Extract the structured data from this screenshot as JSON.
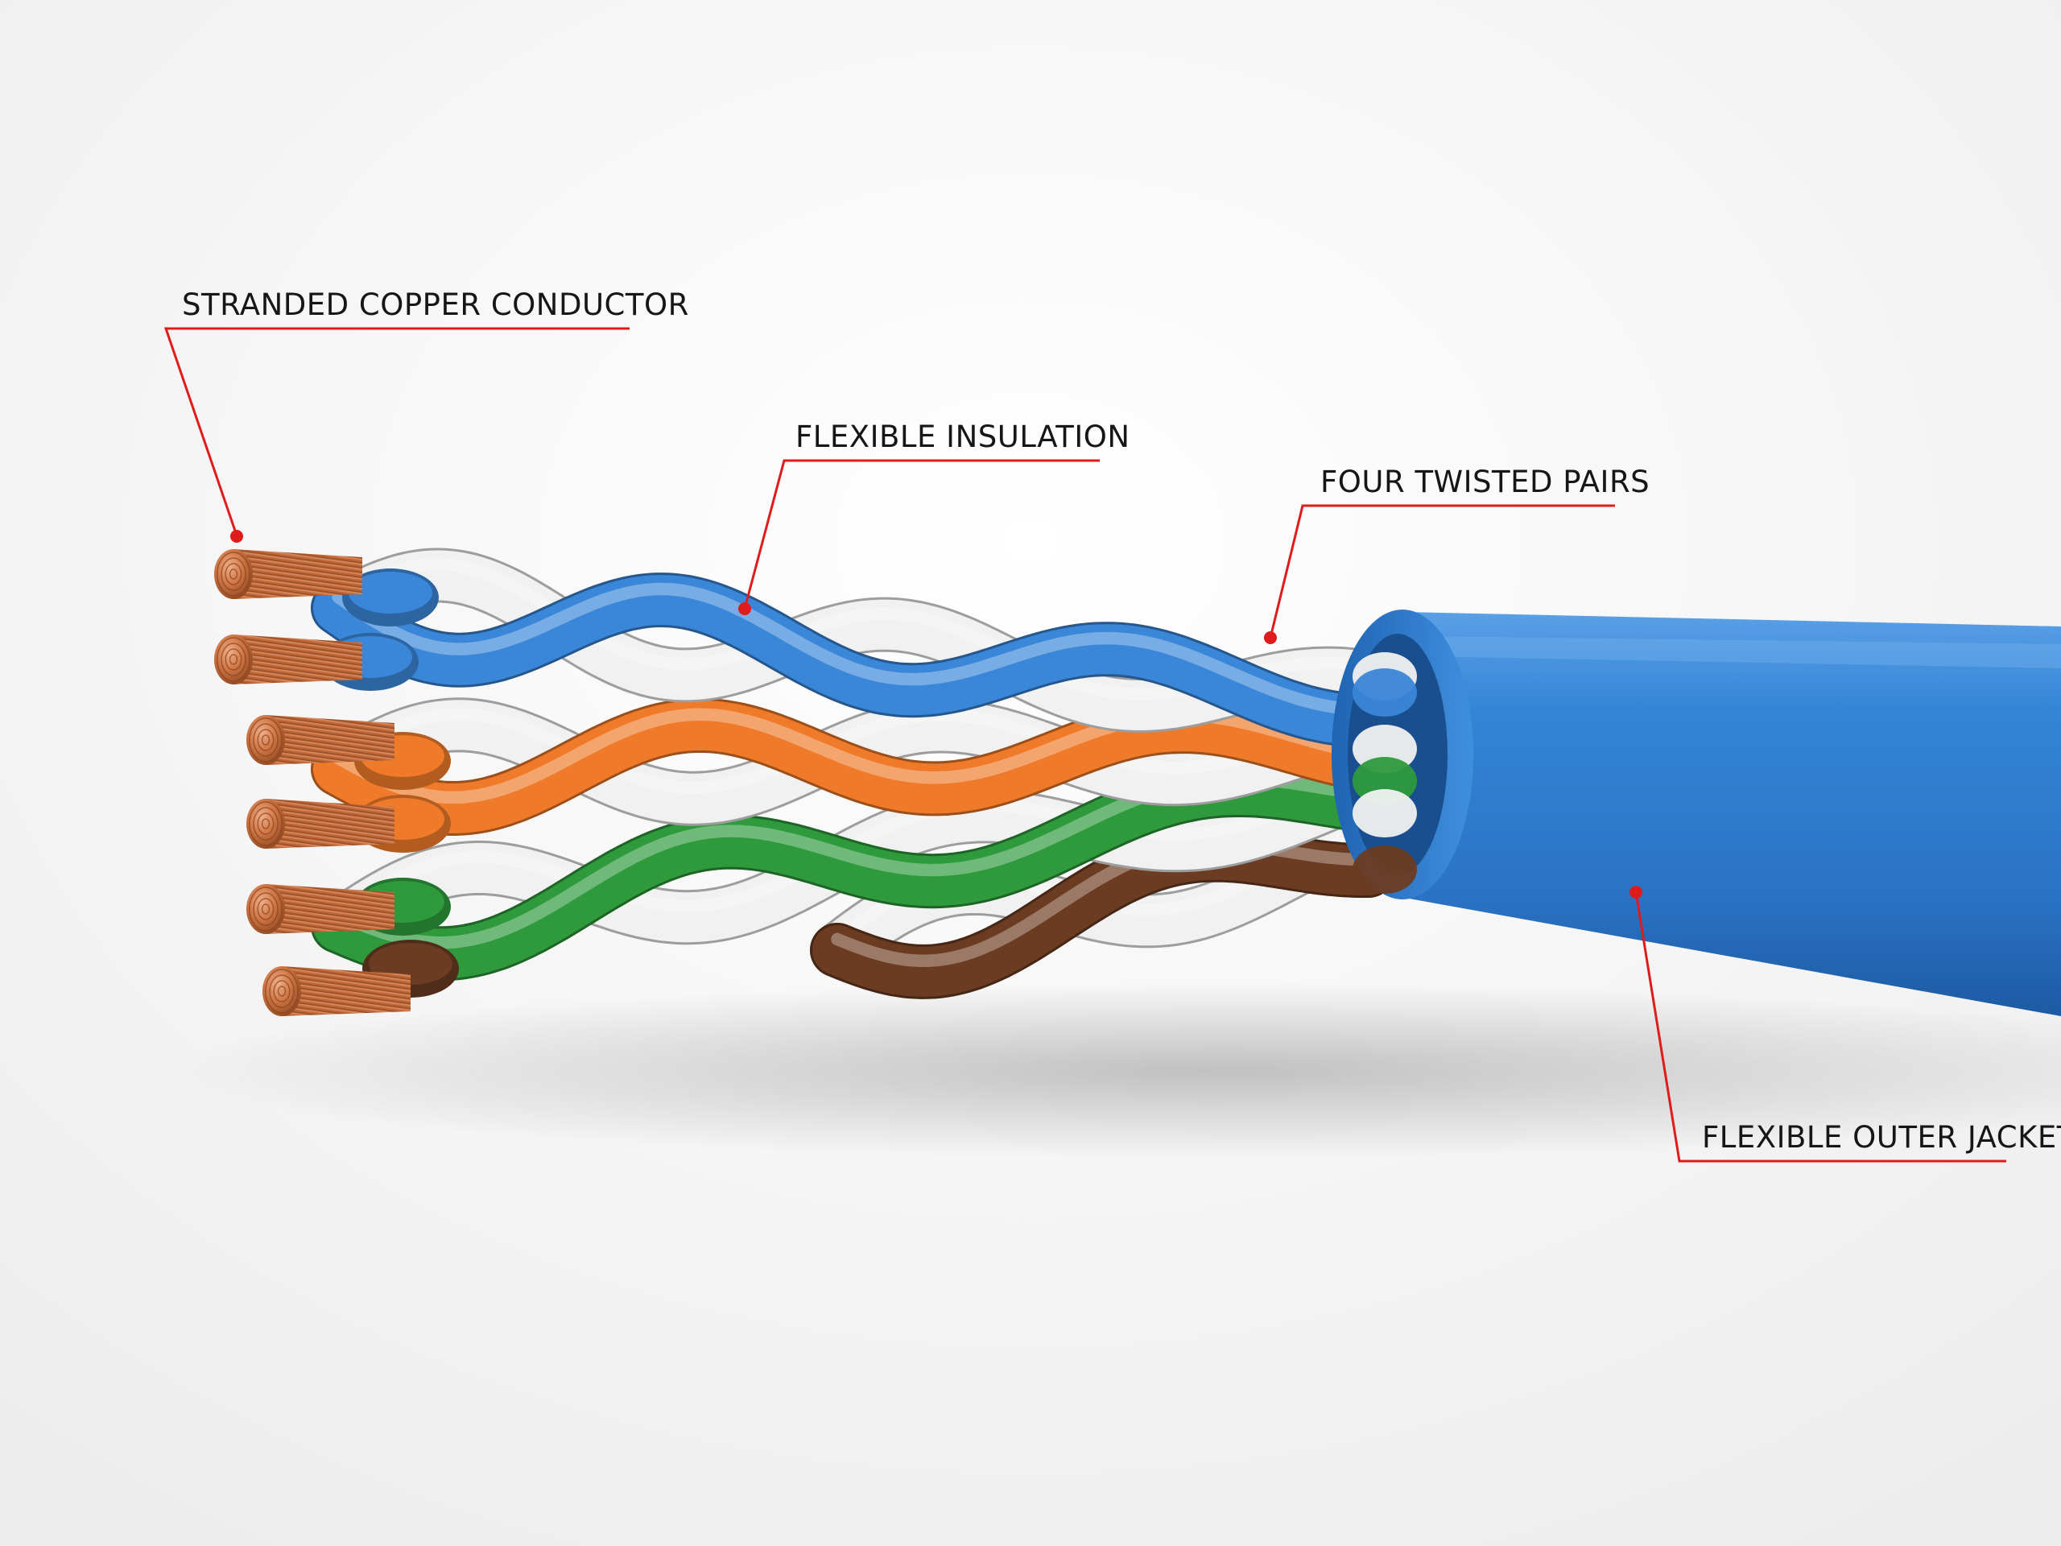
{
  "callouts": {
    "conductor": "STRANDED COPPER CONDUCTOR",
    "insulation": "FLEXIBLE INSULATION",
    "pairs": "FOUR TWISTED PAIRS",
    "jacket": "FLEXIBLE OUTER JACKET"
  },
  "colors": {
    "background": "#f6f6f6",
    "leader": "#e01b1b",
    "jacket": "#2f7fd3",
    "copper": "#c9703f",
    "blue": "#3a86d8",
    "orange": "#ef7a2a",
    "green": "#2e9a3c",
    "brown": "#6b3c22",
    "white": "#f1f1f1"
  }
}
